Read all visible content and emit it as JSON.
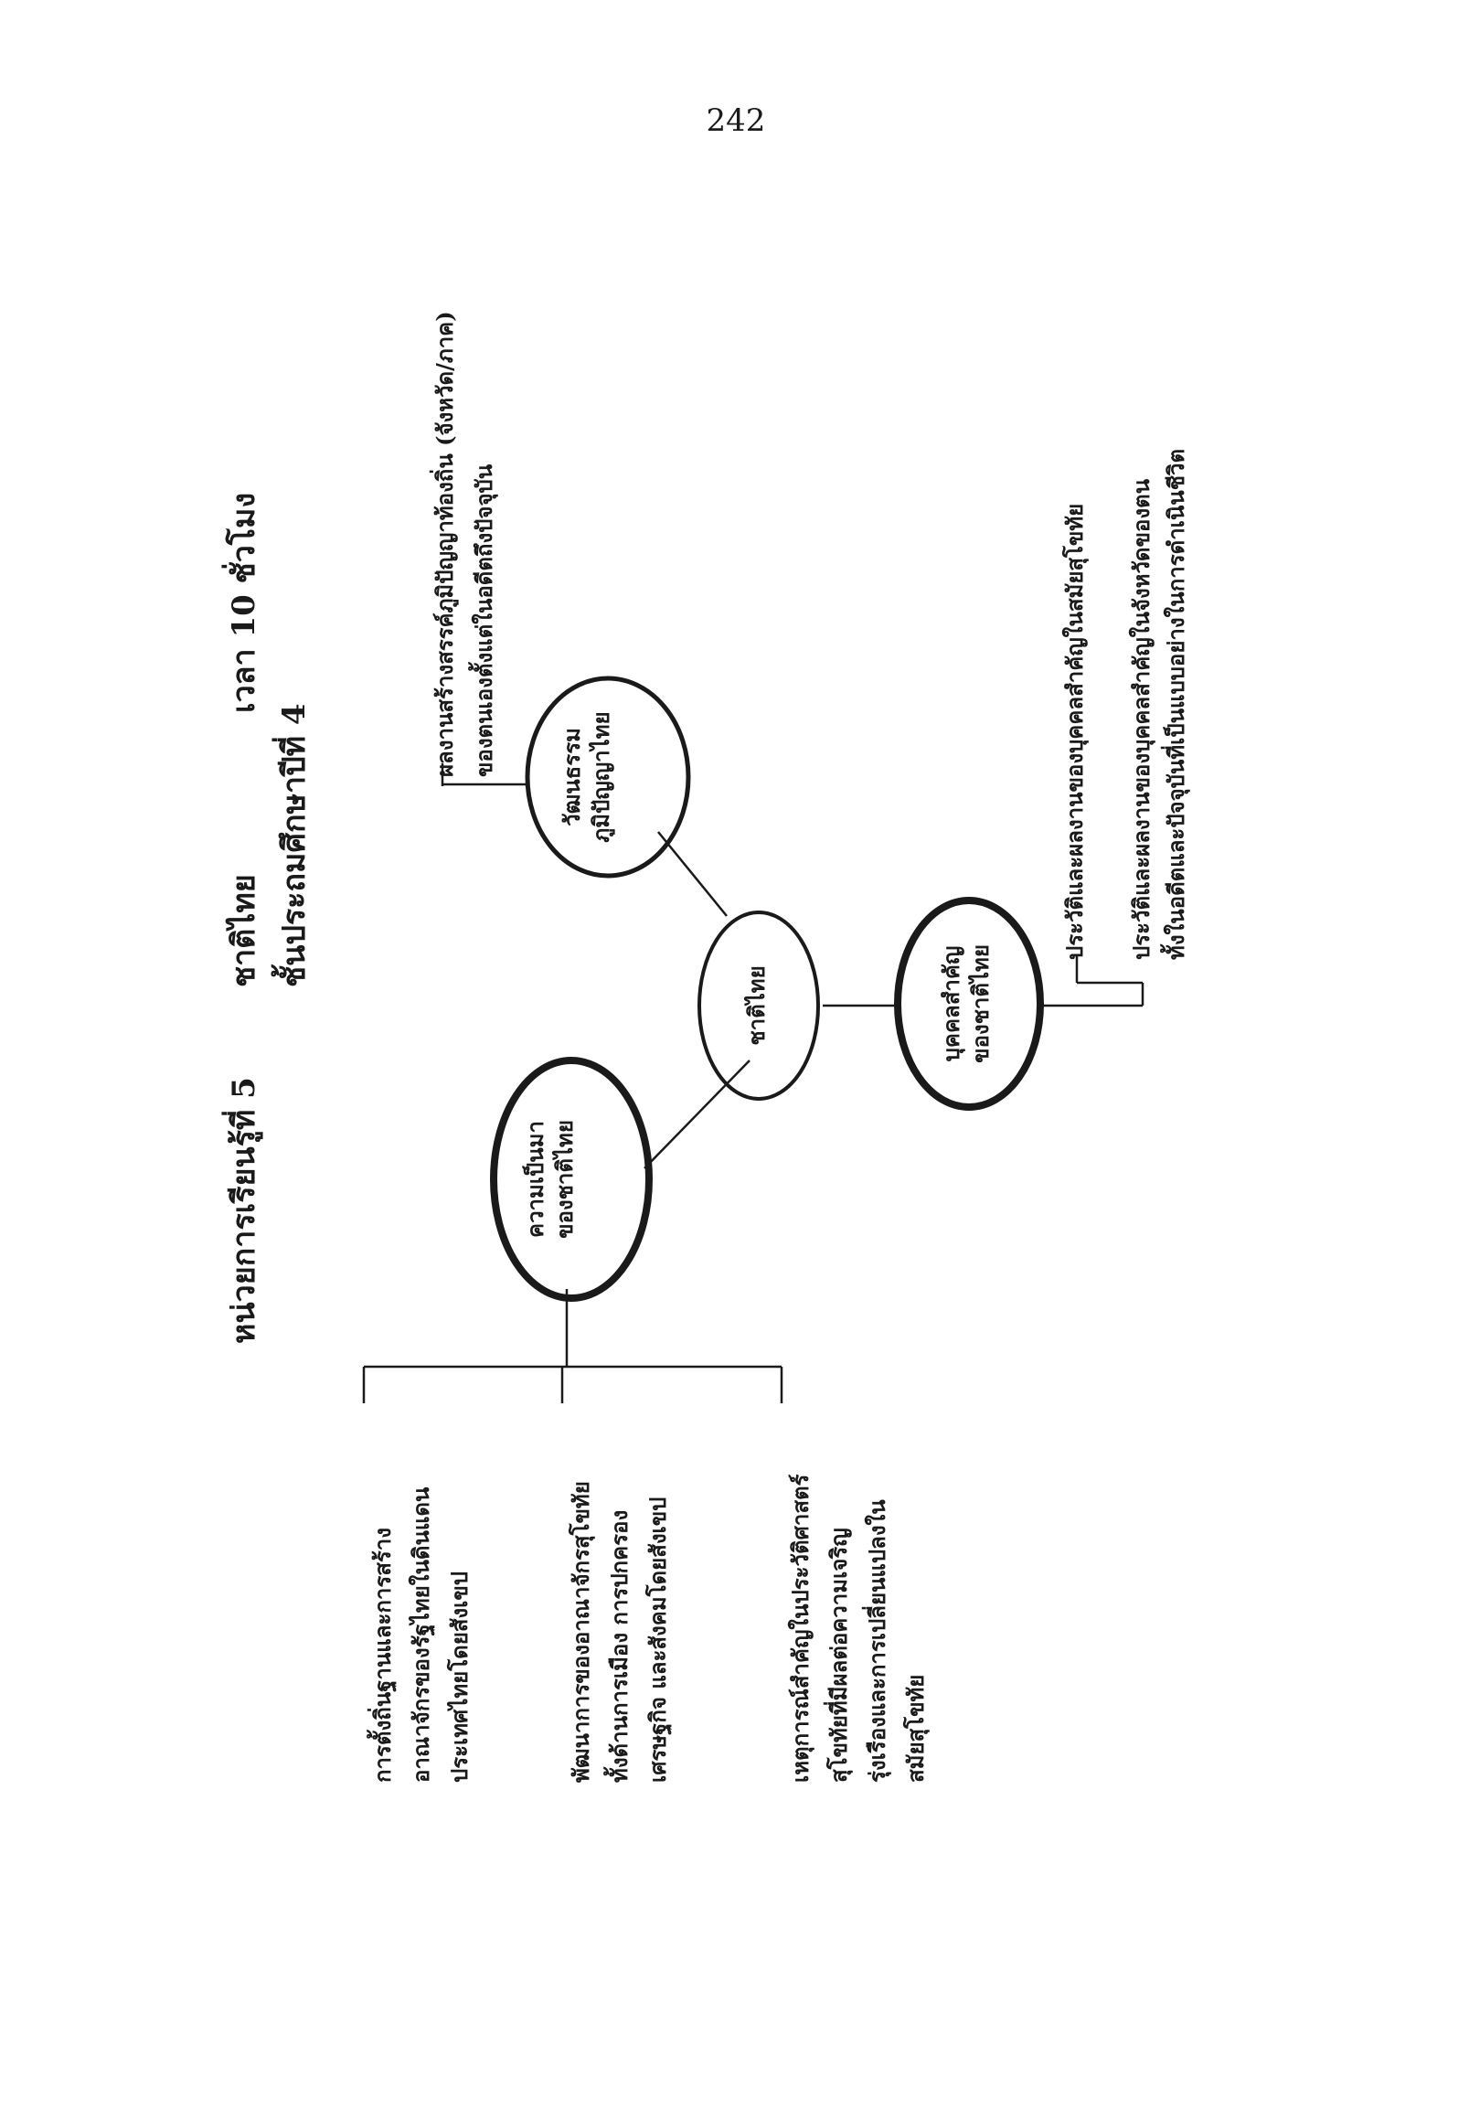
{
  "page_number": "242",
  "header": {
    "unit": "หน่วยการเรียนรู้ที่ 5",
    "topic": "ชาติไทย",
    "time": "เวลา 10 ชั่วโมง",
    "grade": "ชั้นประถมศึกษาปีที่ 4"
  },
  "nodes": {
    "center": "ชาติไทย",
    "origin": [
      "ความเป็นมา",
      "ของชาติไทย"
    ],
    "culture": [
      "วัฒนธรรม",
      "ภูมิปัญญาไทย"
    ],
    "people": [
      "บุคคลสำคัญ",
      "ของชาติไทย"
    ]
  },
  "leaves": {
    "origin_1": [
      "การตั้งถิ่นฐานและการสร้าง",
      "อาณาจักรของรัฐไทยในดินแดน",
      "ประเทศไทยโดยสังเขป"
    ],
    "origin_2": [
      "พัฒนาการของอาณาจักรสุโขทัย",
      "ทั้งด้านการเมือง การปกครอง",
      "เศรษฐกิจ และสังคมโดยสังเขป"
    ],
    "origin_3": [
      "เหตุการณ์สำคัญในประวัติศาสตร์",
      "สุโขทัยที่มีผลต่อความเจริญ",
      "รุ่งเรืองและการเปลี่ยนแปลงใน",
      "สมัยสุโขทัย"
    ],
    "culture_1": [
      "ผลงานสร้างสรรค์ภูมิปัญญาท้องถิ่น (จังหวัด/ภาค)",
      "ของตนเองตั้งแต่ในอดีตถึงปัจจุบัน"
    ],
    "people_1": [
      "ประวัติและผลงานของบุคคลสำคัญในสมัยสุโขทัย"
    ],
    "people_2": [
      "ประวัติและผลงานของบุคคลสำคัญในจังหวัดของตน",
      "ทั้งในอดีตและปัจจุบันที่เป็นแบบอย่างในการดำเนินชีวิต"
    ]
  }
}
